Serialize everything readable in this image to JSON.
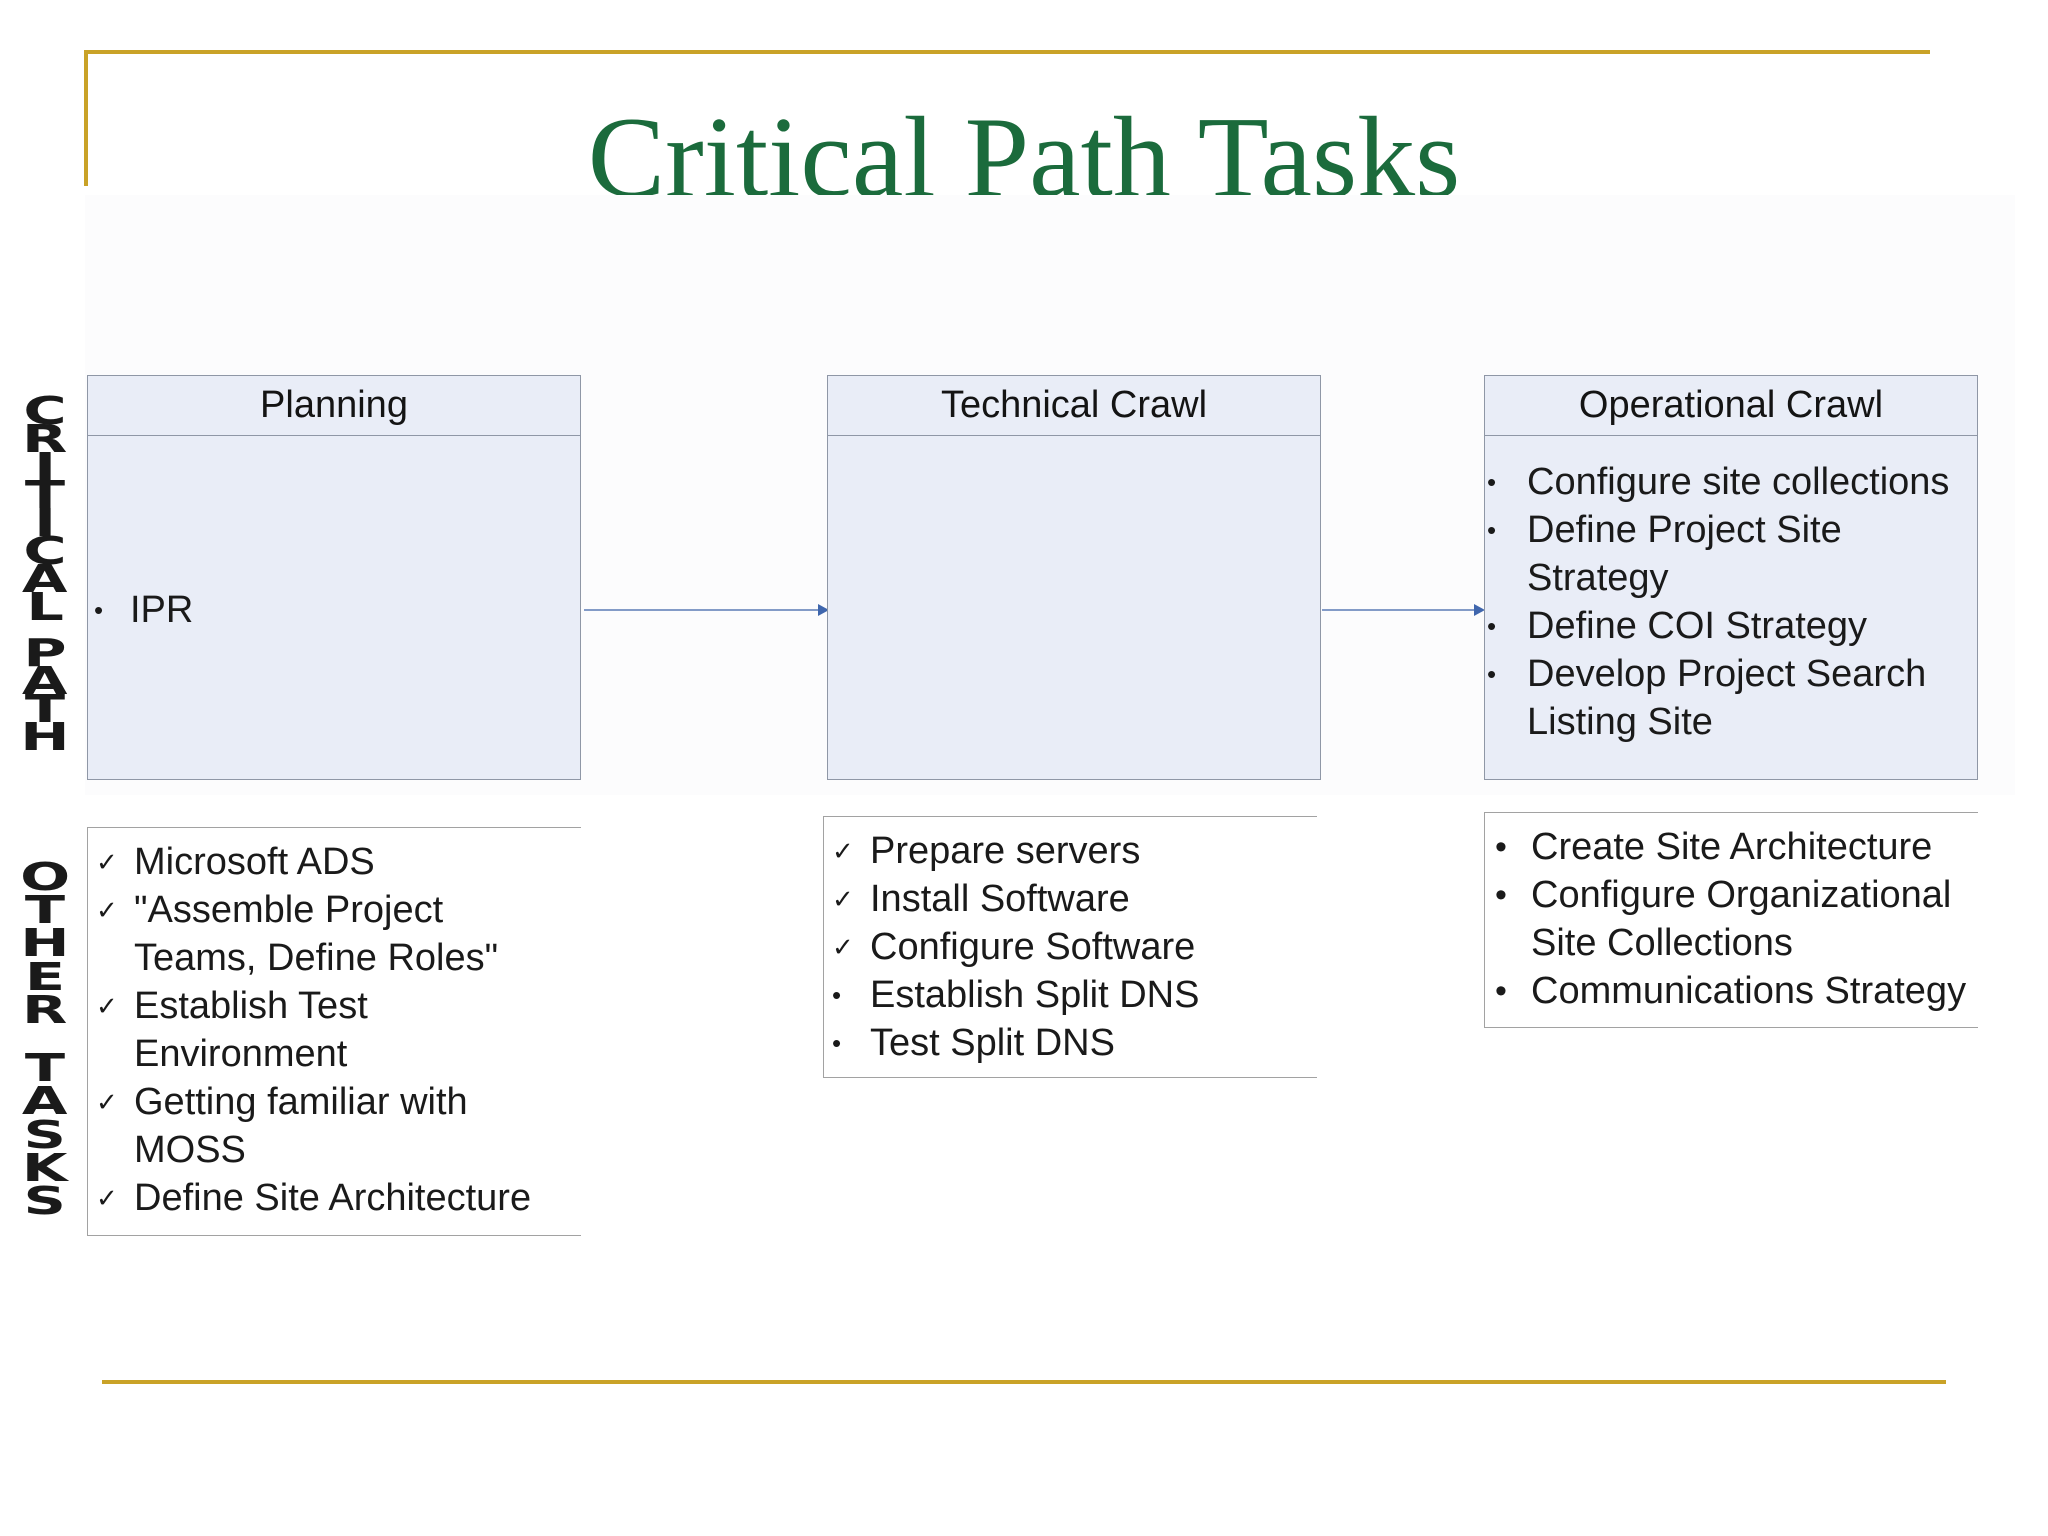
{
  "slide": {
    "title": "Critical Path Tasks",
    "colors": {
      "title": "#1b6b3c",
      "rule": "#c9a227",
      "stage_fill": "#e9edf7",
      "stage_border": "#8f97a6"
    }
  },
  "critical_path_label": [
    "C",
    "R",
    "I",
    "T",
    "I",
    "C",
    "A",
    "L",
    "",
    "P",
    "A",
    "T",
    "H"
  ],
  "other_tasks_label": [
    "O",
    "T",
    "H",
    "E",
    "R",
    "",
    "T",
    "A",
    "S",
    "K",
    "S"
  ],
  "stages": [
    {
      "name": "Planning",
      "tasks": [
        "IPR"
      ]
    },
    {
      "name": "Technical Crawl",
      "tasks": []
    },
    {
      "name": "Operational Crawl",
      "tasks": [
        "Configure site collections",
        "Define Project Site Strategy",
        "Define COI Strategy",
        "Develop Project Search Listing Site"
      ]
    }
  ],
  "other_tasks": [
    {
      "column": "Planning",
      "items": [
        {
          "mark": "check",
          "text": "Microsoft ADS"
        },
        {
          "mark": "check",
          "text": "\"Assemble Project Teams, Define Roles\""
        },
        {
          "mark": "check",
          "text": "Establish Test Environment"
        },
        {
          "mark": "check",
          "text": "Getting familiar with MOSS"
        },
        {
          "mark": "check",
          "text": "Define Site Architecture"
        }
      ]
    },
    {
      "column": "Technical Crawl",
      "items": [
        {
          "mark": "check",
          "text": "Prepare servers"
        },
        {
          "mark": "check",
          "text": "Install Software"
        },
        {
          "mark": "check",
          "text": "Configure Software"
        },
        {
          "mark": "bullet",
          "text": "Establish Split DNS"
        },
        {
          "mark": "bullet",
          "text": "Test Split DNS"
        }
      ]
    },
    {
      "column": "Operational Crawl",
      "items": [
        {
          "mark": "bullet",
          "text": "Create Site Architecture"
        },
        {
          "mark": "bullet",
          "text": "Configure Organizational Site Collections"
        },
        {
          "mark": "bullet",
          "text": "Communications Strategy"
        }
      ]
    }
  ]
}
